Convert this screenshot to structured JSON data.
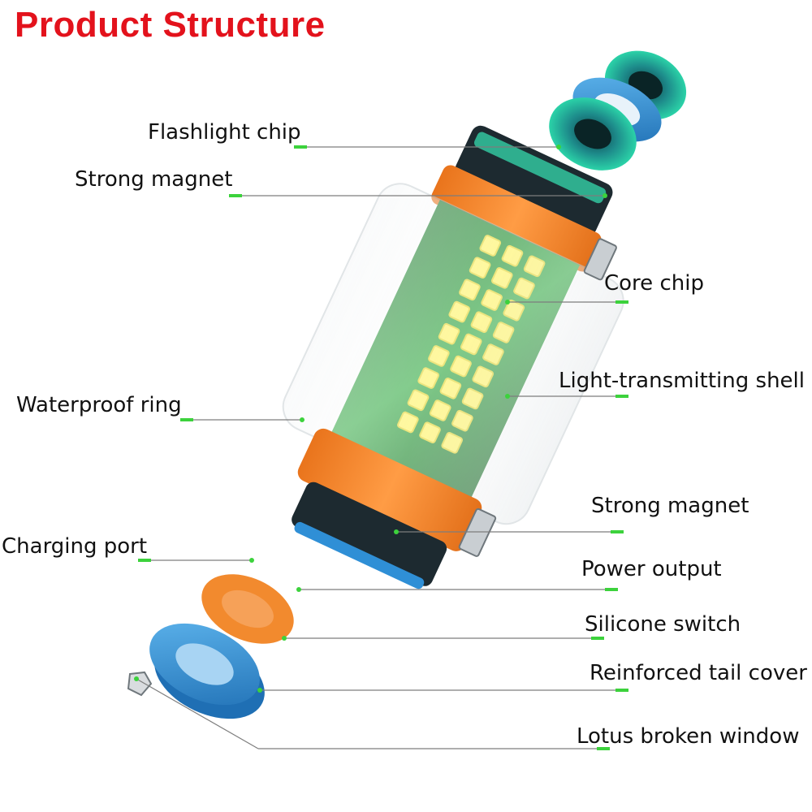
{
  "title": "Product Structure",
  "labels": {
    "flashlight_chip": "Flashlight chip",
    "strong_magnet_top": "Strong magnet",
    "core_chip": "Core chip",
    "light_transmitting_shell": "Light-transmitting shell",
    "waterproof_ring": "Waterproof ring",
    "strong_magnet_bottom": "Strong magnet",
    "charging_port": "Charging port",
    "power_output": "Power output",
    "silicone_switch": "Silicone switch",
    "reinforced_tail_cover": "Reinforced tail cover",
    "lotus_broken_window": "Lotus broken window"
  },
  "colors": {
    "title": "#e3121c",
    "orange_band": "#f28a2e",
    "blue_ring": "#2f8fd6",
    "pcb_green": "#2d8f3a",
    "led_yellow": "#fff36a",
    "leader_tick": "#3cd23c"
  }
}
